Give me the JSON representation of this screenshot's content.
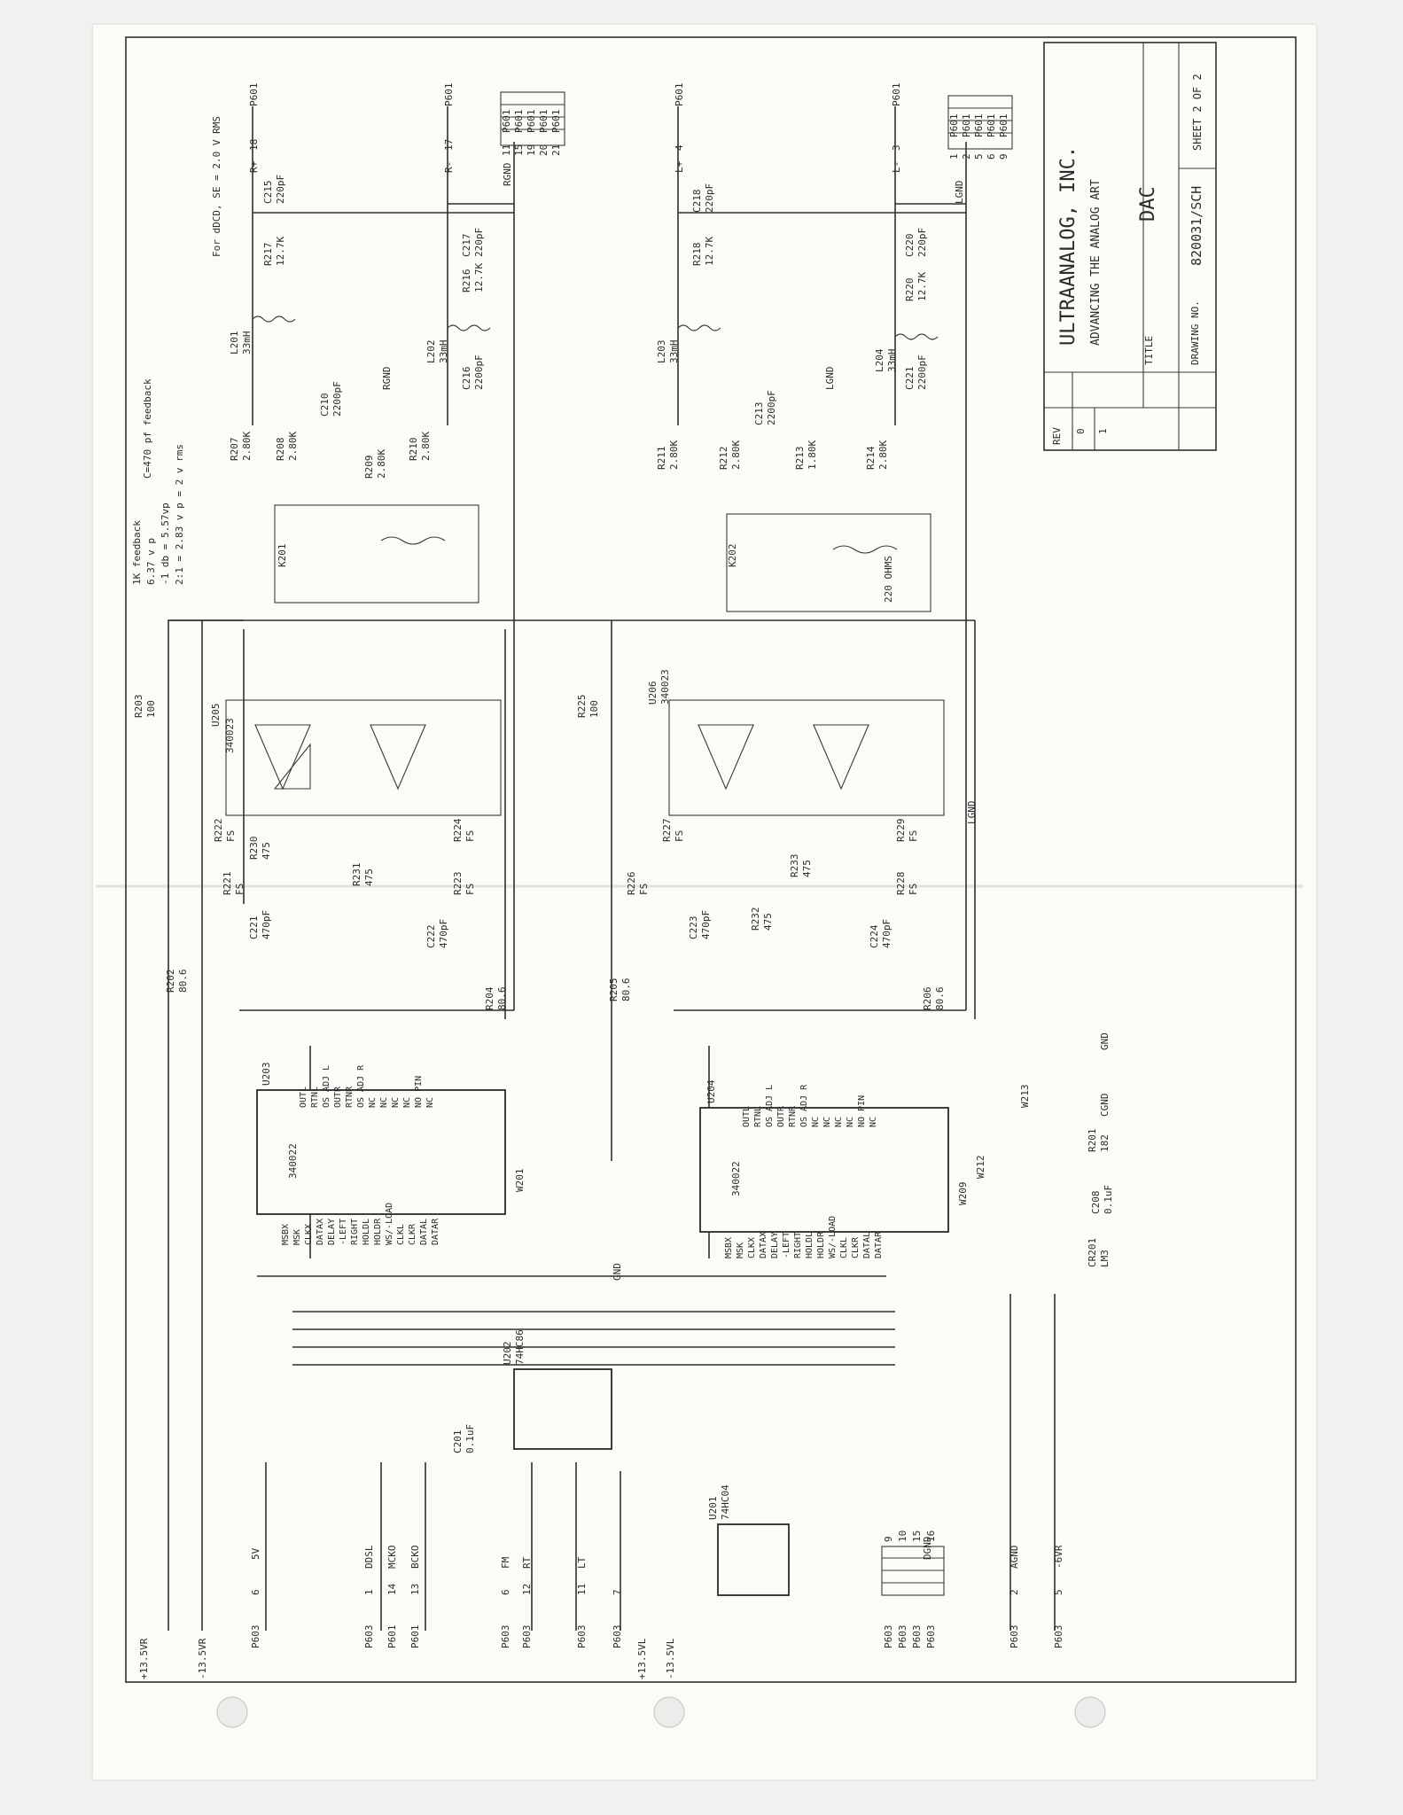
{
  "title_block": {
    "company": "ULTRAANALOG, INC.",
    "slogan": "ADVANCING THE ANALOG ART",
    "title_label": "TITLE",
    "title": "DAC",
    "drawing_label": "DRAWING NO.",
    "drawing_no": "820031/SCH",
    "sheet": "SHEET 2 OF 2",
    "rev_header": "REV",
    "revs": [
      "0",
      "1"
    ]
  },
  "notes": {
    "feedback_1k": "1K feedback",
    "vp_637": "6.37 v p",
    "db_line": "-1 db = 5.57vp",
    "ratio_line": "2:1 = 2.83 v p   = 2 v rms",
    "feedback_470": "C=470 pf feedback",
    "se_line": "For dDCD, SE = 2.0 V RMS",
    "ohms": "220 OHMS"
  },
  "rails": {
    "p13": "+13.5VR",
    "n13": "-13.5VR",
    "p13b": "+13.5VL",
    "n13b": "-13.5VL"
  },
  "connectors": {
    "p603_5v": [
      "P603",
      "6",
      "5V"
    ],
    "p603_ddsl": [
      "P603",
      "1",
      "DDSL"
    ],
    "p601_mcko": [
      "P601",
      "14",
      "MCKO"
    ],
    "p601_bcko": [
      "P601",
      "13",
      "BCKO"
    ],
    "p603_fm": [
      "P603",
      "6",
      "FM"
    ],
    "p603_rt": [
      "P603",
      "12",
      "RT"
    ],
    "p603_lt": [
      "P603",
      "11",
      "LT"
    ],
    "p603_7": [
      "P603",
      "7"
    ],
    "p603_agnd": [
      "P603",
      "2",
      "AGND"
    ],
    "p603_6vr": [
      "P603",
      "5",
      "-6VR"
    ],
    "p603_grid": [
      "P603",
      "9",
      "P603",
      "10",
      "P603",
      "15",
      "P603",
      "16"
    ],
    "out_rp": [
      "P601",
      "18",
      "R+"
    ],
    "out_rm": [
      "P601",
      "17",
      "R-"
    ],
    "out_lp": [
      "P601",
      "4",
      "L+"
    ],
    "out_lm": [
      "P601",
      "3",
      "L-"
    ],
    "rgnd_pins": [
      "P601",
      "11",
      "P601",
      "15",
      "P601",
      "19",
      "P601",
      "20",
      "P601",
      "21"
    ],
    "lgnd_pins": [
      "P601",
      "1",
      "P601",
      "2",
      "P601",
      "5",
      "P601",
      "6",
      "P601",
      "9"
    ]
  },
  "parts": {
    "r203": [
      "R203",
      "100"
    ],
    "r225": [
      "R225",
      "100"
    ],
    "u205": [
      "U205",
      "340023"
    ],
    "u206": [
      "U206",
      "340023"
    ],
    "u203": [
      "U203",
      "340022"
    ],
    "u204": [
      "U204",
      "340022"
    ],
    "u202": [
      "U202",
      "74HC86"
    ],
    "u201": [
      "U201",
      "74HC04"
    ],
    "k201": "K201",
    "k202": "K202",
    "l201": [
      "L201",
      "33mH"
    ],
    "l202": [
      "L202",
      "33mH"
    ],
    "l203": [
      "L203",
      "33mH"
    ],
    "l204": [
      "L204",
      "33mH"
    ],
    "r207": [
      "R207",
      "2.80K"
    ],
    "r208": [
      "R208",
      "2.80K"
    ],
    "r209": [
      "R209",
      "2.80K"
    ],
    "r210": [
      "R210",
      "2.80K"
    ],
    "r211": [
      "R211",
      "2.80K"
    ],
    "r212": [
      "R212",
      "2.80K"
    ],
    "r213": [
      "R213",
      "1.80K"
    ],
    "r214": [
      "R214",
      "2.80K"
    ],
    "r216": [
      "R216",
      "12.7K"
    ],
    "r217": [
      "R217",
      "12.7K"
    ],
    "r218": [
      "R218",
      "12.7K"
    ],
    "r220": [
      "R220",
      "12.7K"
    ],
    "c215": [
      "C215",
      "220pF"
    ],
    "c217": [
      "C217",
      "220pF"
    ],
    "c218": [
      "C218",
      "220pF"
    ],
    "c220": [
      "C220",
      "220pF"
    ],
    "c210": [
      "C210",
      "2200pF"
    ],
    "c216": [
      "C216",
      "2200pF"
    ],
    "c213": [
      "C213",
      "2200pF"
    ],
    "c221_b": [
      "C221",
      "2200pF"
    ],
    "c221": [
      "C221",
      "470pF"
    ],
    "c222": [
      "C222",
      "470pF"
    ],
    "c223": [
      "C223",
      "470pF"
    ],
    "c224": [
      "C224",
      "470pF"
    ],
    "c201": [
      "C201",
      "0.1uF"
    ],
    "c208": [
      "C208",
      "0.1uF"
    ],
    "r202": [
      "R202",
      "80.6"
    ],
    "r204": [
      "R204",
      "80.6"
    ],
    "r205": [
      "R205",
      "80.6"
    ],
    "r206": [
      "R206",
      "80.6"
    ],
    "r220b": [
      "R230",
      "475"
    ],
    "r231": [
      "R231",
      "475"
    ],
    "r232": [
      "R232",
      "475"
    ],
    "r233": [
      "R233",
      "475"
    ],
    "r221": [
      "R221",
      "FS"
    ],
    "r222": [
      "R222",
      "FS"
    ],
    "r223": [
      "R223",
      "FS"
    ],
    "r224": [
      "R224",
      "FS"
    ],
    "r226": [
      "R226",
      "FS"
    ],
    "r227": [
      "R227",
      "FS"
    ],
    "r228": [
      "R228",
      "FS"
    ],
    "r229": [
      "R229",
      "FS"
    ],
    "r201": [
      "R201",
      "182"
    ],
    "cr201": [
      "CR201",
      "LM3"
    ],
    "w201": "W201",
    "w209": "W209",
    "w212": "W212",
    "w213": "W213",
    "rgnd": "RGND",
    "lgnd": "LGND",
    "dgnd": "DGND",
    "gnd": "GND",
    "cgnd": "CGND"
  },
  "dac_pins_left": [
    "MSBX",
    "MSK",
    "CLKX",
    "DATAX",
    "DELAY",
    "-LEFT",
    "RIGHT",
    "HOLDL",
    "HOLDR",
    "WS/-LOAD",
    "CLKL",
    "CLKR",
    "DATAL",
    "DATAR"
  ],
  "dac_pins_right": [
    "OUTL",
    "RTNL",
    "OS ADJ L",
    "OUTR",
    "RTNR",
    "OS ADJ R",
    "NC",
    "NC",
    "NC",
    "NC",
    "NO PIN",
    "NC"
  ]
}
